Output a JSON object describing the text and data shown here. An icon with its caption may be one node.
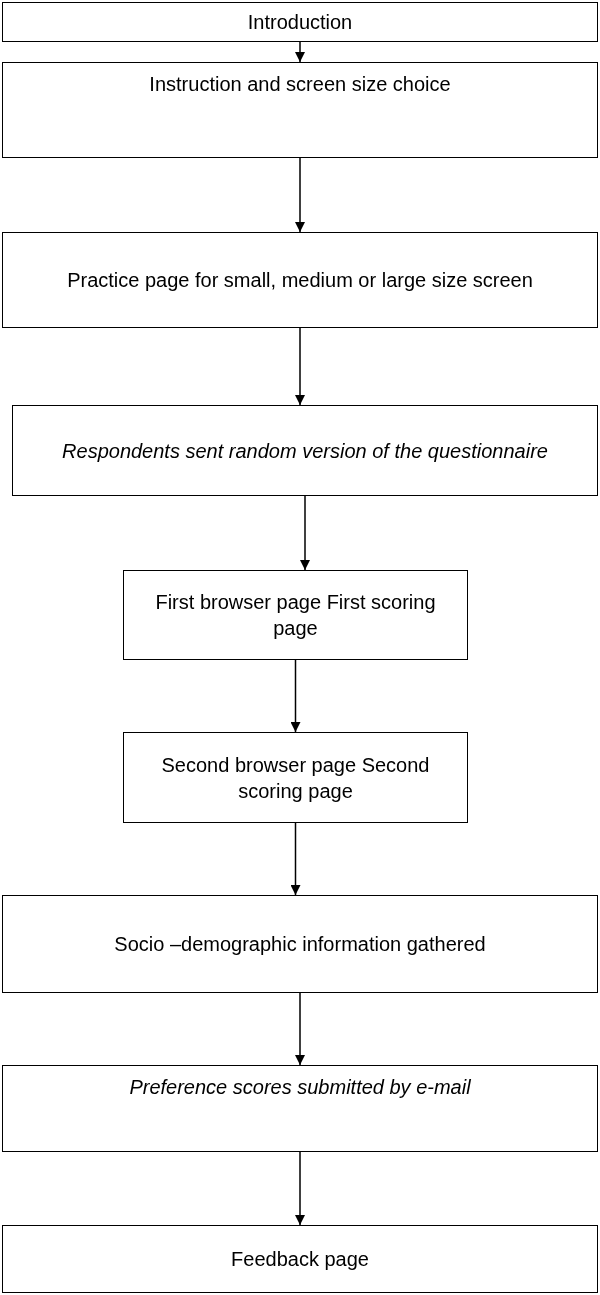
{
  "diagram": {
    "nodes": [
      {
        "text": [
          "Introduction"
        ]
      },
      {
        "text": [
          "Instruction and screen size choice"
        ]
      },
      {
        "text": [
          "Practice page for small, medium or large size screen"
        ]
      },
      {
        "text": [
          "Respondents sent random version of the questionnaire"
        ]
      },
      {
        "text": [
          "First browser page First scoring page"
        ]
      },
      {
        "text": [
          "Second browser page Second scoring page"
        ]
      },
      {
        "text": [
          "Socio –demographic information gathered"
        ]
      },
      {
        "text": [
          "Preference scores submitted by e-mail"
        ]
      },
      {
        "text": [
          "Feedback page"
        ]
      }
    ],
    "edges": [
      {
        "from": 0,
        "to": 1,
        "arrow": "to"
      },
      {
        "from": 1,
        "to": 2,
        "arrow": "to"
      },
      {
        "from": 2,
        "to": 3,
        "arrow": "to"
      },
      {
        "from": 3,
        "to": 4,
        "arrow": "to"
      },
      {
        "from": 4,
        "to": 5,
        "arrow": "to"
      },
      {
        "from": 5,
        "to": 6,
        "arrow": "to"
      },
      {
        "from": 6,
        "to": 7,
        "arrow": "to"
      },
      {
        "from": 7,
        "to": 8,
        "arrow": "to"
      }
    ]
  }
}
